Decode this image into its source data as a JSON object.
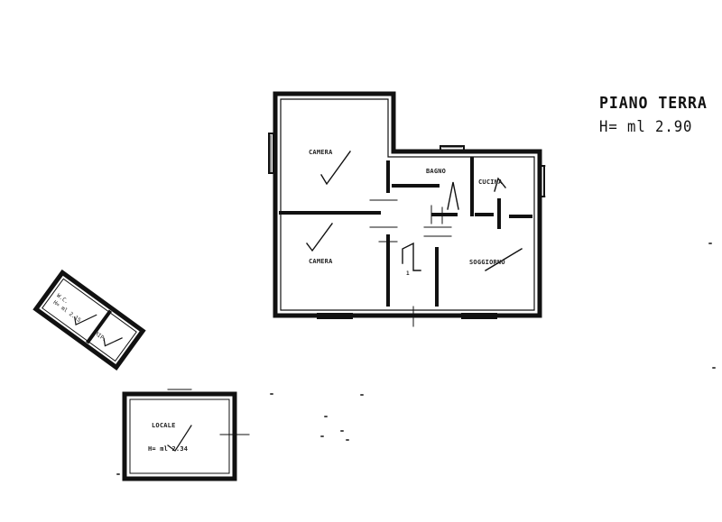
{
  "header": {
    "title": "PIANO TERRA",
    "height_note": "H= ml 2.90"
  },
  "rooms": {
    "camera_1": "CAMERA",
    "camera_2": "CAMERA",
    "bagno": "BAGNO",
    "cucina": "CUCINA",
    "soggiorno": "SOGGIORNO",
    "marker": "1"
  },
  "annex": {
    "label": "LOCALE",
    "height_note": "H= ml 2.34"
  },
  "small_block": {
    "label_a": "W.C.",
    "label_b": "H= ml 2.15",
    "label_c": "RIP."
  },
  "colors": {
    "ink": "#111111",
    "paper": "#ffffff"
  }
}
